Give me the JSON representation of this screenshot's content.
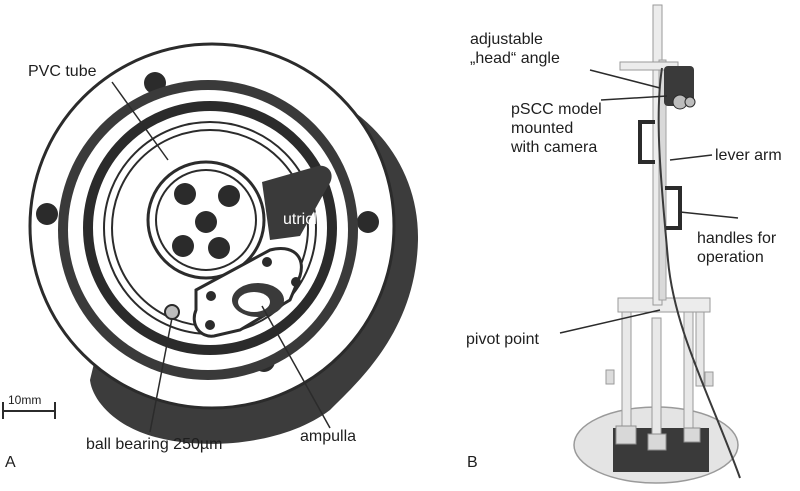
{
  "panel_a": {
    "letter": "A",
    "labels": {
      "pvc_tube": "PVC tube",
      "utricle": "utricle",
      "ball_bearing": "ball bearing 250µm",
      "ampulla": "ampulla"
    },
    "scale_bar": "10mm"
  },
  "panel_b": {
    "letter": "B",
    "labels": {
      "head_angle": [
        "adjustable",
        "„head“ angle"
      ],
      "pscc_model": [
        "pSCC model",
        "mounted",
        "with camera"
      ],
      "lever_arm": "lever arm",
      "handles": [
        "handles for",
        "operation"
      ],
      "pivot_point": "pivot point"
    }
  },
  "colors": {
    "ink": "#2b2b2b",
    "metal_light": "#e6e6e6",
    "metal_mid": "#c9c9c9",
    "base_plate": "#3a3a3a"
  }
}
